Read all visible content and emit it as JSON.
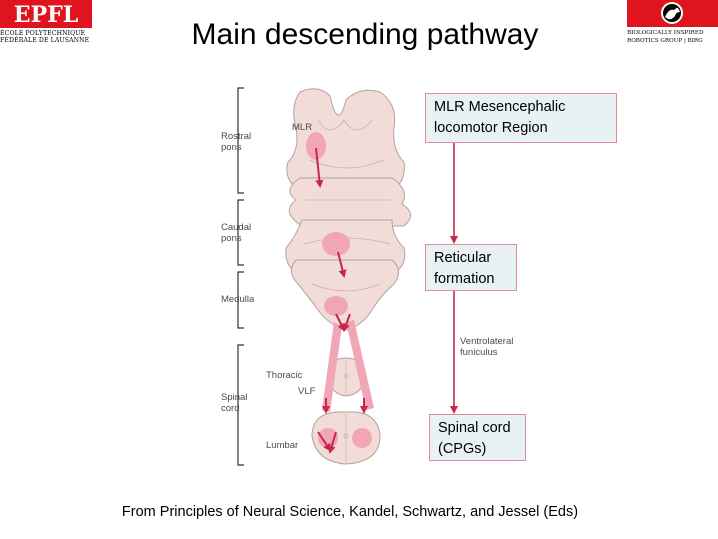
{
  "title": "Main descending pathway",
  "caption": "From Principles of Neural Science, Kandel, Schwartz, and Jessel (Eds)",
  "logos": {
    "left": {
      "mark": "EPFL",
      "line1": "ÉCOLE POLYTECHNIQUE",
      "line2": "FÉDÉRALE DE LAUSANNE"
    },
    "right": {
      "line1": "BIOLOGICALLY INSPIRED",
      "line2": "ROBOTICS GROUP | BIRG"
    }
  },
  "diagram": {
    "region_labels": {
      "rostral_pons": "Rostral\npons",
      "caudal_pons": "Caudal\npons",
      "medulla": "Medulla",
      "spinal_cord": "Spinal\ncord"
    },
    "structure_labels": {
      "mlr": "MLR",
      "thoracic": "Thoracic",
      "vlf": "VLF",
      "lumbar": "Lumbar"
    },
    "flow": {
      "mlr_box": "MLR Mesencephalic\nlocomotor Region",
      "reticular_box": "Reticular\nformation",
      "spinal_box": "Spinal cord\n(CPGs)",
      "tract_label": "Ventrolateral\nfuniculus"
    },
    "colors": {
      "arrow": "#c8264a",
      "tissue": "#f2dcd8",
      "highlight": "#f0a6b6",
      "box_fill": "#e8f2f4",
      "box_border": "#e08a9e",
      "bracket": "#333333",
      "logo_red": "#e0141e"
    }
  }
}
